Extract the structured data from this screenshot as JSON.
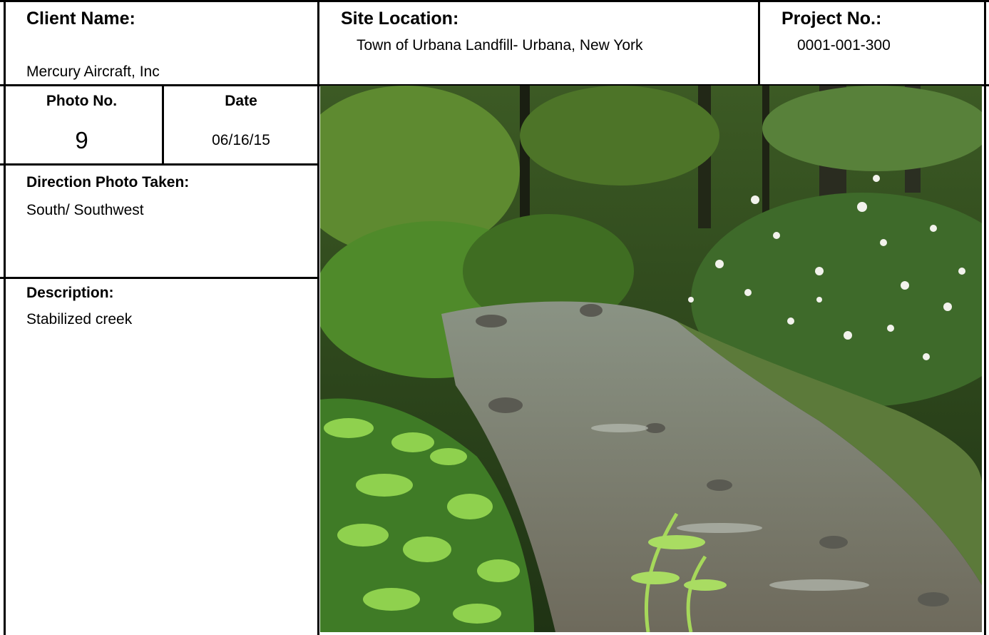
{
  "header": {
    "client_label": "Client Name:",
    "client_value": "Mercury Aircraft, Inc",
    "site_label": "Site Location:",
    "site_value": "Town of Urbana Landfill- Urbana, New York",
    "project_label": "Project No.:",
    "project_value": "0001-001-300"
  },
  "photo_info": {
    "photo_no_label": "Photo No.",
    "photo_no_value": "9",
    "date_label": "Date",
    "date_value": "06/16/15",
    "direction_label": "Direction Photo Taken:",
    "direction_value": "South/ Southwest",
    "description_label": "Description:",
    "description_value": "Stabilized creek"
  },
  "colors": {
    "border": "#000000",
    "foliage_dark": "#2f4a1c",
    "foliage_light": "#8ccf4a",
    "water": "#7d8577",
    "blossom": "#f4f4f0"
  }
}
